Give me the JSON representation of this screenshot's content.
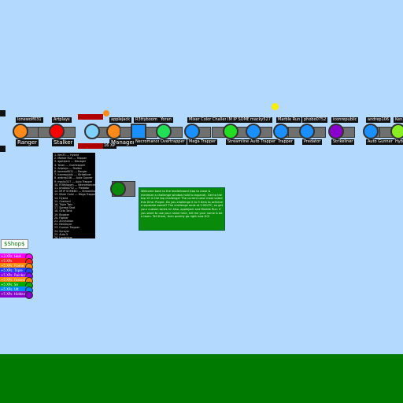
{
  "players": [
    {
      "name": "lonewolf031",
      "rank": "Ranger",
      "color": "#ff8a1a"
    },
    {
      "name": "Artplays",
      "rank": "Stalker",
      "color": "#ff0000"
    },
    {
      "name": "",
      "rank": "",
      "color": "#7fd0ff"
    },
    {
      "name": "applejack",
      "rank": "Manager",
      "xp": "16 XP",
      "color": "#ff8a1a"
    },
    {
      "name": "R3ttyboom",
      "rank": "Necromancer",
      "color": "#1a8fff"
    },
    {
      "name": "Yoran",
      "rank": "Overtrapper",
      "color": "#22dd55"
    },
    {
      "name": "Mixer Color Challeng",
      "rank": "Mega Trapper",
      "color": "#1a8fff"
    },
    {
      "name": "IM IP SOMEBO",
      "rank": "Streamliner",
      "color": "#22dd22"
    },
    {
      "name": "macky527",
      "rank": "Auto Trapper",
      "color": "#1a8fff"
    },
    {
      "name": "Marble Run",
      "rank": "Trapper",
      "color": "#1a8fff"
    },
    {
      "name": "phobo0752",
      "rank": "Predator",
      "color": "#1a8fff"
    },
    {
      "name": "iconrepublic",
      "rank": "Strikeliner",
      "color": "#8a00cc"
    },
    {
      "name": "andrep106",
      "rank": "Auto Gunner",
      "color": "#1a8fff"
    },
    {
      "name": "Ken33",
      "rank": "Hybrid",
      "color": "#88ee22"
    }
  ],
  "chat_message": "Welcome back to the leaderboard (tap to close & minimize a challenge window hold to expand). Get to the top 10 in the top challenge! The current color most voted this time: Purple. Do you challenge it to 5 tiers to achieve a separate award? The challenge ends at 2:00UTC, so get your custom tanks in! Also, applejack and Marble Run: if you want to use your name here, tell me your name & be a team. Tell them, then quickly go right now GO!",
  "shop_label": "$Shop$",
  "upgrades": [
    {
      "label": "+3 XPs: Heal",
      "color": "#ff00ff"
    },
    {
      "label": "+5 XPs",
      "color": "#ff2222"
    },
    {
      "label": "+5 XPs: Flame",
      "color": "#ff8800"
    },
    {
      "label": "+5 XPs: Triple",
      "color": "#2244ff"
    },
    {
      "label": "+5 XPs: Rainbow Twin",
      "color": "#8800ff"
    },
    {
      "label": "+5 XPs: Fastest",
      "color": "#ff8800"
    },
    {
      "label": "+5 XPs: Sn",
      "color": "#00aa00"
    },
    {
      "label": "+5 XPs: Ult",
      "color": "#0088ff"
    },
    {
      "label": "+5 XPs: Hidden",
      "color": "#8800cc"
    }
  ],
  "leaderboard_lines": [
    "1. Ken33 --- Hybrid",
    "2. Marble Run --- Trapper",
    "3. applejack --- Manager",
    "4. Yoran --- Overtrapper",
    "5. Artplays --- Stalker",
    "6. lonewolf031 --- Ranger",
    "7. iconrepublic --- Strikeliner",
    "8. andrep106 --- Auto Gunner",
    "9. macky527 --- Auto Trapper",
    "10. R3ttyboom --- Necromancer",
    "11. phobo0752 --- Predator",
    "12. IM IP SOMEBO --- Streamliner",
    "13. Mixer Color --- Mega Trapper",
    "14. Hybrid",
    "15. Overlord",
    "16. Triple Twin",
    "17. Spread Shot",
    "18. Octo Tank",
    "19. Booster",
    "20. Fighter",
    "21. Annihilator",
    "22. Destroyer",
    "23. Gunner Trapper",
    "24. Sprayer",
    "25. Auto 5",
    "26. Landmine",
    "27. Smasher",
    "28. Twin Flank",
    "29. Quad Tank",
    "30. Tri-Angle"
  ],
  "colors": {
    "sky": "#b3d9ff",
    "ground": "#007a00"
  }
}
